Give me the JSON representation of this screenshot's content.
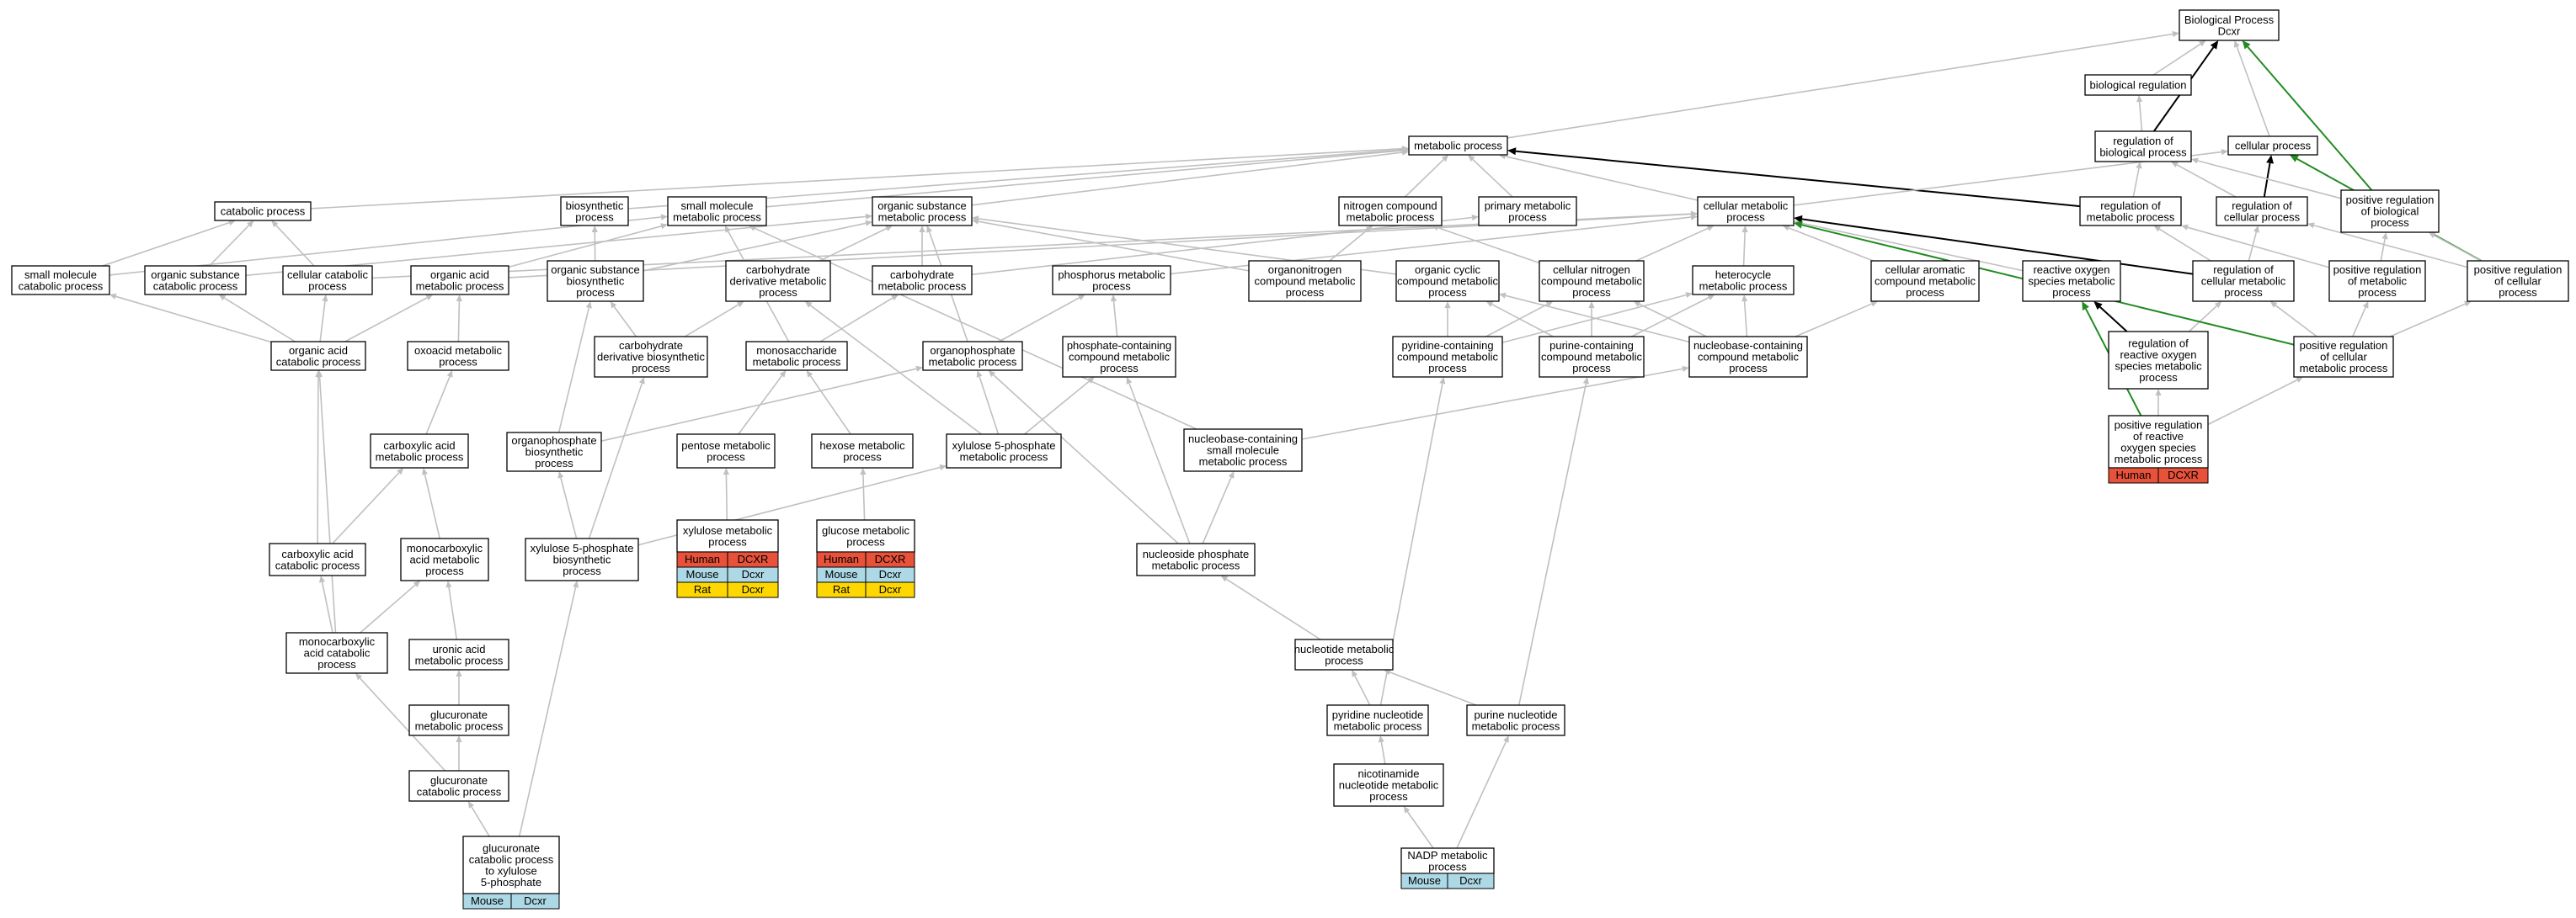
{
  "colors": {
    "human": "#e8513a",
    "mouse": "#add8e6",
    "rat": "#ffd700",
    "edge_default": "#c0c0c0",
    "edge_black": "#000000",
    "edge_green": "#228b22"
  },
  "nodes": [
    {
      "id": "bp",
      "lines": [
        "Biological Process",
        "Dcxr"
      ]
    },
    {
      "id": "bioreg",
      "lines": [
        "biological regulation"
      ]
    },
    {
      "id": "regbio",
      "lines": [
        "regulation of",
        "biological process"
      ]
    },
    {
      "id": "cellproc",
      "lines": [
        "cellular process"
      ]
    },
    {
      "id": "metproc",
      "lines": [
        "metabolic process"
      ]
    },
    {
      "id": "catab",
      "lines": [
        "catabolic process"
      ]
    },
    {
      "id": "biosyn",
      "lines": [
        "biosynthetic",
        "process"
      ]
    },
    {
      "id": "smallmol",
      "lines": [
        "small molecule",
        "metabolic process"
      ]
    },
    {
      "id": "orgsub",
      "lines": [
        "organic substance",
        "metabolic process"
      ]
    },
    {
      "id": "nitcomp",
      "lines": [
        "nitrogen compound",
        "metabolic process"
      ]
    },
    {
      "id": "primmet",
      "lines": [
        "primary metabolic",
        "process"
      ]
    },
    {
      "id": "cellmet",
      "lines": [
        "cellular metabolic",
        "process"
      ]
    },
    {
      "id": "regmet",
      "lines": [
        "regulation of",
        "metabolic process"
      ]
    },
    {
      "id": "regcell",
      "lines": [
        "regulation of",
        "cellular process"
      ]
    },
    {
      "id": "posregbio",
      "lines": [
        "positive regulation",
        "of biological",
        "process"
      ]
    },
    {
      "id": "smallcat",
      "lines": [
        "small molecule",
        "catabolic process"
      ]
    },
    {
      "id": "orgsubcat",
      "lines": [
        "organic substance",
        "catabolic process"
      ]
    },
    {
      "id": "cellcat",
      "lines": [
        "cellular catabolic",
        "process"
      ]
    },
    {
      "id": "orgacid",
      "lines": [
        "organic acid",
        "metabolic process"
      ]
    },
    {
      "id": "orgsubbio",
      "lines": [
        "organic substance",
        "biosynthetic",
        "process"
      ]
    },
    {
      "id": "carbderiv",
      "lines": [
        "carbohydrate",
        "derivative metabolic",
        "process"
      ]
    },
    {
      "id": "carbmet",
      "lines": [
        "carbohydrate",
        "metabolic process"
      ]
    },
    {
      "id": "phosmet",
      "lines": [
        "phosphorus metabolic",
        "process"
      ]
    },
    {
      "id": "organonit",
      "lines": [
        "organonitrogen",
        "compound metabolic",
        "process"
      ]
    },
    {
      "id": "orgcyclic",
      "lines": [
        "organic cyclic",
        "compound metabolic",
        "process"
      ]
    },
    {
      "id": "cellnit",
      "lines": [
        "cellular nitrogen",
        "compound metabolic",
        "process"
      ]
    },
    {
      "id": "hetero",
      "lines": [
        "heterocycle",
        "metabolic process"
      ]
    },
    {
      "id": "cellarom",
      "lines": [
        "cellular aromatic",
        "compound metabolic",
        "process"
      ]
    },
    {
      "id": "ros",
      "lines": [
        "reactive oxygen",
        "species metabolic",
        "process"
      ]
    },
    {
      "id": "regcellmet",
      "lines": [
        "regulation of",
        "cellular metabolic",
        "process"
      ]
    },
    {
      "id": "posregmet",
      "lines": [
        "positive regulation",
        "of metabolic",
        "process"
      ]
    },
    {
      "id": "posregcell",
      "lines": [
        "positive regulation",
        "of cellular",
        "process"
      ]
    },
    {
      "id": "orgacidcat",
      "lines": [
        "organic acid",
        "catabolic process"
      ]
    },
    {
      "id": "oxoacid",
      "lines": [
        "oxoacid metabolic",
        "process"
      ]
    },
    {
      "id": "carbderivbio",
      "lines": [
        "carbohydrate",
        "derivative biosynthetic",
        "process"
      ]
    },
    {
      "id": "monosac",
      "lines": [
        "monosaccharide",
        "metabolic process"
      ]
    },
    {
      "id": "organophos",
      "lines": [
        "organophosphate",
        "metabolic process"
      ]
    },
    {
      "id": "phoscontain",
      "lines": [
        "phosphate-containing",
        "compound metabolic",
        "process"
      ]
    },
    {
      "id": "pyridcontain",
      "lines": [
        "pyridine-containing",
        "compound metabolic",
        "process"
      ]
    },
    {
      "id": "purcontain",
      "lines": [
        "purine-containing",
        "compound metabolic",
        "process"
      ]
    },
    {
      "id": "nucleobase",
      "lines": [
        "nucleobase-containing",
        "compound metabolic",
        "process"
      ]
    },
    {
      "id": "regros",
      "lines": [
        "regulation of",
        "reactive oxygen",
        "species metabolic",
        "process"
      ]
    },
    {
      "id": "posregcellmet",
      "lines": [
        "positive regulation",
        "of cellular",
        "metabolic process"
      ]
    },
    {
      "id": "carbox",
      "lines": [
        "carboxylic acid",
        "metabolic process"
      ]
    },
    {
      "id": "organophosbio",
      "lines": [
        "organophosphate",
        "biosynthetic",
        "process"
      ]
    },
    {
      "id": "pentose",
      "lines": [
        "pentose metabolic",
        "process"
      ]
    },
    {
      "id": "hexose",
      "lines": [
        "hexose metabolic",
        "process"
      ]
    },
    {
      "id": "xyl5p",
      "lines": [
        "xylulose 5-phosphate",
        "metabolic process"
      ]
    },
    {
      "id": "nucsmall",
      "lines": [
        "nucleobase-containing",
        "small molecule",
        "metabolic process"
      ]
    },
    {
      "id": "posregros",
      "lines": [
        "positive regulation",
        "of reactive",
        "oxygen species",
        "metabolic process"
      ],
      "species": [
        [
          "Human",
          "DCXR"
        ]
      ]
    },
    {
      "id": "carboxcat",
      "lines": [
        "carboxylic acid",
        "catabolic process"
      ]
    },
    {
      "id": "monocarb",
      "lines": [
        "monocarboxylic",
        "acid metabolic",
        "process"
      ]
    },
    {
      "id": "xyl5pbio",
      "lines": [
        "xylulose 5-phosphate",
        "biosynthetic",
        "process"
      ]
    },
    {
      "id": "xylulose",
      "lines": [
        "xylulose metabolic",
        "process"
      ],
      "species": [
        [
          "Human",
          "DCXR"
        ],
        [
          "Mouse",
          "Dcxr"
        ],
        [
          "Rat",
          "Dcxr"
        ]
      ]
    },
    {
      "id": "glucose",
      "lines": [
        "glucose metabolic",
        "process"
      ],
      "species": [
        [
          "Human",
          "DCXR"
        ],
        [
          "Mouse",
          "Dcxr"
        ],
        [
          "Rat",
          "Dcxr"
        ]
      ]
    },
    {
      "id": "nucphos",
      "lines": [
        "nucleoside phosphate",
        "metabolic process"
      ]
    },
    {
      "id": "monocarbcat",
      "lines": [
        "monocarboxylic",
        "acid catabolic",
        "process"
      ]
    },
    {
      "id": "uronic",
      "lines": [
        "uronic acid",
        "metabolic process"
      ]
    },
    {
      "id": "nucleotide",
      "lines": [
        "nucleotide metabolic",
        "process"
      ]
    },
    {
      "id": "glucuronate",
      "lines": [
        "glucuronate",
        "metabolic process"
      ]
    },
    {
      "id": "pyrnuc",
      "lines": [
        "pyridine nucleotide",
        "metabolic process"
      ]
    },
    {
      "id": "purnuc",
      "lines": [
        "purine nucleotide",
        "metabolic process"
      ]
    },
    {
      "id": "glucurcat",
      "lines": [
        "glucuronate",
        "catabolic process"
      ]
    },
    {
      "id": "nicotin",
      "lines": [
        "nicotinamide",
        "nucleotide metabolic",
        "process"
      ]
    },
    {
      "id": "glucurxyl",
      "lines": [
        "glucuronate",
        "catabolic process",
        "to xylulose",
        "5-phosphate"
      ],
      "species": [
        [
          "Mouse",
          "Dcxr"
        ]
      ]
    },
    {
      "id": "nadp",
      "lines": [
        "NADP metabolic",
        "process"
      ],
      "species": [
        [
          "Mouse",
          "Dcxr"
        ]
      ]
    }
  ],
  "edges": [
    {
      "from": "bioreg",
      "to": "bp",
      "style": "gray"
    },
    {
      "from": "regbio",
      "to": "bioreg",
      "style": "gray"
    },
    {
      "from": "regbio",
      "to": "bp",
      "style": "black"
    },
    {
      "from": "cellproc",
      "to": "bp",
      "style": "gray"
    },
    {
      "from": "posregbio",
      "to": "bp",
      "style": "green"
    },
    {
      "from": "metproc",
      "to": "bp",
      "style": "gray"
    },
    {
      "from": "catab",
      "to": "metproc",
      "style": "gray"
    },
    {
      "from": "biosyn",
      "to": "metproc",
      "style": "gray"
    },
    {
      "from": "smallmol",
      "to": "metproc",
      "style": "gray"
    },
    {
      "from": "orgsub",
      "to": "metproc",
      "style": "gray"
    },
    {
      "from": "nitcomp",
      "to": "metproc",
      "style": "gray"
    },
    {
      "from": "primmet",
      "to": "metproc",
      "style": "gray"
    },
    {
      "from": "cellmet",
      "to": "metproc",
      "style": "gray"
    },
    {
      "from": "regmet",
      "to": "metproc",
      "style": "black"
    },
    {
      "from": "regmet",
      "to": "regbio",
      "style": "gray"
    },
    {
      "from": "regcell",
      "to": "cellproc",
      "style": "black"
    },
    {
      "from": "regcell",
      "to": "regbio",
      "style": "gray"
    },
    {
      "from": "posregbio",
      "to": "regbio",
      "style": "gray"
    },
    {
      "from": "cellmet",
      "to": "cellproc",
      "style": "gray"
    },
    {
      "from": "smallcat",
      "to": "catab",
      "style": "gray"
    },
    {
      "from": "smallcat",
      "to": "smallmol",
      "style": "gray"
    },
    {
      "from": "orgsubcat",
      "to": "catab",
      "style": "gray"
    },
    {
      "from": "orgsubcat",
      "to": "orgsub",
      "style": "gray"
    },
    {
      "from": "cellcat",
      "to": "catab",
      "style": "gray"
    },
    {
      "from": "cellcat",
      "to": "cellmet",
      "style": "gray"
    },
    {
      "from": "orgacid",
      "to": "smallmol",
      "style": "gray"
    },
    {
      "from": "orgacid",
      "to": "cellmet",
      "style": "gray"
    },
    {
      "from": "orgsubbio",
      "to": "biosyn",
      "style": "gray"
    },
    {
      "from": "orgsubbio",
      "to": "orgsub",
      "style": "gray"
    },
    {
      "from": "carbderiv",
      "to": "orgsub",
      "style": "gray"
    },
    {
      "from": "carbmet",
      "to": "orgsub",
      "style": "gray"
    },
    {
      "from": "carbmet",
      "to": "primmet",
      "style": "gray"
    },
    {
      "from": "phosmet",
      "to": "cellmet",
      "style": "gray"
    },
    {
      "from": "organonit",
      "to": "nitcomp",
      "style": "gray"
    },
    {
      "from": "organonit",
      "to": "orgsub",
      "style": "gray"
    },
    {
      "from": "orgcyclic",
      "to": "orgsub",
      "style": "gray"
    },
    {
      "from": "cellnit",
      "to": "nitcomp",
      "style": "gray"
    },
    {
      "from": "cellnit",
      "to": "cellmet",
      "style": "gray"
    },
    {
      "from": "hetero",
      "to": "cellmet",
      "style": "gray"
    },
    {
      "from": "cellarom",
      "to": "cellmet",
      "style": "gray"
    },
    {
      "from": "ros",
      "to": "cellmet",
      "style": "gray"
    },
    {
      "from": "regcellmet",
      "to": "cellmet",
      "style": "black"
    },
    {
      "from": "regcellmet",
      "to": "regmet",
      "style": "gray"
    },
    {
      "from": "regcellmet",
      "to": "regcell",
      "style": "gray"
    },
    {
      "from": "posregmet",
      "to": "regmet",
      "style": "gray"
    },
    {
      "from": "posregmet",
      "to": "posregbio",
      "style": "gray"
    },
    {
      "from": "posregcell",
      "to": "regcell",
      "style": "gray"
    },
    {
      "from": "posregcell",
      "to": "cellproc",
      "style": "green"
    },
    {
      "from": "posregcell",
      "to": "posregbio",
      "style": "gray"
    },
    {
      "from": "orgacidcat",
      "to": "smallcat",
      "style": "gray"
    },
    {
      "from": "orgacidcat",
      "to": "orgsubcat",
      "style": "gray"
    },
    {
      "from": "orgacidcat",
      "to": "cellcat",
      "style": "gray"
    },
    {
      "from": "orgacidcat",
      "to": "orgacid",
      "style": "gray"
    },
    {
      "from": "oxoacid",
      "to": "orgacid",
      "style": "gray"
    },
    {
      "from": "carbderivbio",
      "to": "orgsubbio",
      "style": "gray"
    },
    {
      "from": "carbderivbio",
      "to": "carbderiv",
      "style": "gray"
    },
    {
      "from": "monosac",
      "to": "carbmet",
      "style": "gray"
    },
    {
      "from": "monosac",
      "to": "smallmol",
      "style": "gray"
    },
    {
      "from": "organophos",
      "to": "phosmet",
      "style": "gray"
    },
    {
      "from": "organophos",
      "to": "orgsub",
      "style": "gray"
    },
    {
      "from": "phoscontain",
      "to": "phosmet",
      "style": "gray"
    },
    {
      "from": "pyridcontain",
      "to": "orgcyclic",
      "style": "gray"
    },
    {
      "from": "pyridcontain",
      "to": "cellnit",
      "style": "gray"
    },
    {
      "from": "pyridcontain",
      "to": "hetero",
      "style": "gray"
    },
    {
      "from": "purcontain",
      "to": "orgcyclic",
      "style": "gray"
    },
    {
      "from": "purcontain",
      "to": "cellnit",
      "style": "gray"
    },
    {
      "from": "purcontain",
      "to": "hetero",
      "style": "gray"
    },
    {
      "from": "nucleobase",
      "to": "cellnit",
      "style": "gray"
    },
    {
      "from": "nucleobase",
      "to": "hetero",
      "style": "gray"
    },
    {
      "from": "nucleobase",
      "to": "cellarom",
      "style": "gray"
    },
    {
      "from": "nucleobase",
      "to": "orgcyclic",
      "style": "gray"
    },
    {
      "from": "regros",
      "to": "ros",
      "style": "black"
    },
    {
      "from": "regros",
      "to": "regcellmet",
      "style": "gray"
    },
    {
      "from": "posregcellmet",
      "to": "regcellmet",
      "style": "gray"
    },
    {
      "from": "posregcellmet",
      "to": "posregmet",
      "style": "gray"
    },
    {
      "from": "posregcellmet",
      "to": "posregcell",
      "style": "gray"
    },
    {
      "from": "posregcellmet",
      "to": "cellmet",
      "style": "green"
    },
    {
      "from": "carbox",
      "to": "oxoacid",
      "style": "gray"
    },
    {
      "from": "organophosbio",
      "to": "orgsubbio",
      "style": "gray"
    },
    {
      "from": "organophosbio",
      "to": "organophos",
      "style": "gray"
    },
    {
      "from": "pentose",
      "to": "monosac",
      "style": "gray"
    },
    {
      "from": "hexose",
      "to": "monosac",
      "style": "gray"
    },
    {
      "from": "xyl5p",
      "to": "organophos",
      "style": "gray"
    },
    {
      "from": "xyl5p",
      "to": "phoscontain",
      "style": "gray"
    },
    {
      "from": "xyl5p",
      "to": "carbderiv",
      "style": "gray"
    },
    {
      "from": "nucsmall",
      "to": "nucleobase",
      "style": "gray"
    },
    {
      "from": "nucsmall",
      "to": "smallmol",
      "style": "gray"
    },
    {
      "from": "posregros",
      "to": "regros",
      "style": "gray"
    },
    {
      "from": "posregros",
      "to": "ros",
      "style": "green"
    },
    {
      "from": "posregros",
      "to": "posregcellmet",
      "style": "gray"
    },
    {
      "from": "carboxcat",
      "to": "carbox",
      "style": "gray"
    },
    {
      "from": "carboxcat",
      "to": "orgacidcat",
      "style": "gray"
    },
    {
      "from": "monocarb",
      "to": "carbox",
      "style": "gray"
    },
    {
      "from": "xyl5pbio",
      "to": "organophosbio",
      "style": "gray"
    },
    {
      "from": "xyl5pbio",
      "to": "carbderivbio",
      "style": "gray"
    },
    {
      "from": "xyl5pbio",
      "to": "xyl5p",
      "style": "gray"
    },
    {
      "from": "xylulose",
      "to": "pentose",
      "style": "gray"
    },
    {
      "from": "glucose",
      "to": "hexose",
      "style": "gray"
    },
    {
      "from": "nucphos",
      "to": "nucsmall",
      "style": "gray"
    },
    {
      "from": "nucphos",
      "to": "organophos",
      "style": "gray"
    },
    {
      "from": "nucphos",
      "to": "phoscontain",
      "style": "gray"
    },
    {
      "from": "monocarbcat",
      "to": "monocarb",
      "style": "gray"
    },
    {
      "from": "monocarbcat",
      "to": "carboxcat",
      "style": "gray"
    },
    {
      "from": "monocarbcat",
      "to": "orgacidcat",
      "style": "gray"
    },
    {
      "from": "uronic",
      "to": "monocarb",
      "style": "gray"
    },
    {
      "from": "nucleotide",
      "to": "nucphos",
      "style": "gray"
    },
    {
      "from": "glucuronate",
      "to": "uronic",
      "style": "gray"
    },
    {
      "from": "pyrnuc",
      "to": "nucleotide",
      "style": "gray"
    },
    {
      "from": "pyrnuc",
      "to": "pyridcontain",
      "style": "gray"
    },
    {
      "from": "purnuc",
      "to": "nucleotide",
      "style": "gray"
    },
    {
      "from": "purnuc",
      "to": "purcontain",
      "style": "gray"
    },
    {
      "from": "glucurcat",
      "to": "glucuronate",
      "style": "gray"
    },
    {
      "from": "glucurcat",
      "to": "monocarbcat",
      "style": "gray"
    },
    {
      "from": "nicotin",
      "to": "pyrnuc",
      "style": "gray"
    },
    {
      "from": "glucurxyl",
      "to": "glucurcat",
      "style": "gray"
    },
    {
      "from": "glucurxyl",
      "to": "xyl5pbio",
      "style": "gray"
    },
    {
      "from": "nadp",
      "to": "nicotin",
      "style": "gray"
    },
    {
      "from": "nadp",
      "to": "purnuc",
      "style": "gray"
    }
  ]
}
